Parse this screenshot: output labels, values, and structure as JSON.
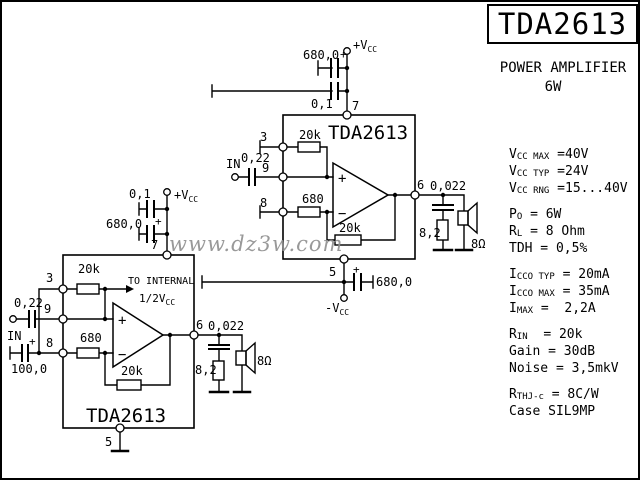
{
  "title_block": {
    "part": "TDA2613",
    "subtitle": "POWER AMPLIFIER",
    "power": "6W"
  },
  "watermark": "www.dz3w.com",
  "specs": {
    "rows": [
      {
        "b": "V",
        "s": "CC MAX",
        "r": " =40V"
      },
      {
        "b": "V",
        "s": "CC TYP",
        "r": " =24V"
      },
      {
        "b": "V",
        "s": "CC RNG",
        "r": " =15...40V"
      },
      {
        "b": "P",
        "s": "O",
        "r": " = 6W"
      },
      {
        "b": "R",
        "s": "L",
        "r": " = 8 Ohm"
      },
      {
        "b": "TDH",
        "s": "",
        "r": " = 0,5%"
      },
      {
        "b": "I",
        "s": "CCO TYP",
        "r": " = 20mA"
      },
      {
        "b": "I",
        "s": "CCO MAX",
        "r": " = 35mA"
      },
      {
        "b": "I",
        "s": "MAX",
        "r": " =  2,2A"
      },
      {
        "b": "R",
        "s": "IN",
        "r": "  = 20k"
      },
      {
        "b": "Gain",
        "s": "",
        "r": " = 30dB"
      },
      {
        "b": "Noise",
        "s": "",
        "r": " = 3,5mkV"
      },
      {
        "b": "R",
        "s": "THJ-c",
        "r": " = 8C/W"
      },
      {
        "b": "Case",
        "s": "",
        "r": " SIL9MP"
      }
    ]
  },
  "upper": {
    "chip": "TDA2613",
    "pins": {
      "p7": "7",
      "p3": "3",
      "p9": "9",
      "p8": "8",
      "p6": "6",
      "p5": "5"
    },
    "components": {
      "c_sup1": "680,0",
      "c_sup2": "0,1",
      "r_top": "20k",
      "r_in": "680",
      "r_fb": "20k",
      "c_in": "0,22",
      "c_out": "0,022",
      "r_zobel": "8,2",
      "spk": "8Ω",
      "c_neg": "680,0"
    },
    "labels": {
      "in": "IN",
      "vcc_base": "+V",
      "vcc_sub": "CC",
      "nvcc_base": "-V",
      "nvcc_sub": "CC",
      "opamp_plus": "+",
      "opamp_minus": "−",
      "cap_plus_sup": "+",
      "cap_plus_neg": "+"
    }
  },
  "lower": {
    "chip": "TDA2613",
    "pins": {
      "p7": "7",
      "p3": "3",
      "p9": "9",
      "p8": "8",
      "p6": "6",
      "p5": "5"
    },
    "components": {
      "c_sup1": "680,0",
      "c_sup2": "0,1",
      "r_top": "20k",
      "r_in": "680",
      "r_fb": "20k",
      "c_in": "0,22",
      "c_byp": "100,0",
      "c_out": "0,022",
      "r_zobel": "8,2",
      "spk": "8Ω"
    },
    "labels": {
      "in": "IN",
      "vcc_base": "+V",
      "vcc_sub": "CC",
      "to_internal": "TO INTERNAL",
      "half_vcc_base": "1/2V",
      "half_vcc_sub": "CC",
      "opamp_plus": "+",
      "opamp_minus": "−",
      "cap_plus_sup": "+",
      "cap_plus_byp": "+"
    }
  }
}
